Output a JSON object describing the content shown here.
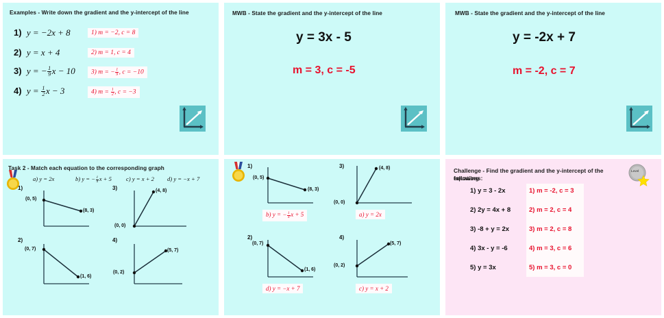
{
  "colors": {
    "panel_teal": "#cdfaf8",
    "panel_pink": "#fde5f5",
    "answer_red": "#e8112d",
    "icon_teal": "#5bc0c5",
    "axis_dark": "#223d4a"
  },
  "panel_examples": {
    "heading": "Examples - Write down the gradient and the y-intercept of the line",
    "questions": [
      {
        "num": "1)",
        "eq_parts": [
          "y = −2x + 8"
        ]
      },
      {
        "num": "2)",
        "eq_parts": [
          "y = x + 4"
        ]
      },
      {
        "num": "3)",
        "eq_parts": [
          "y = −",
          "FRAC:1/9",
          "x − 10"
        ]
      },
      {
        "num": "4)",
        "eq_parts": [
          "y = ",
          "FRAC:1/2",
          "x − 3"
        ]
      }
    ],
    "q1_text": "y = −2x + 8",
    "q2_text": "y = x + 4",
    "q3_pre": "y = −",
    "q3_post": "x − 10",
    "q4_pre": "y = ",
    "q4_post": "x − 3",
    "q3_frac_n": "1",
    "q3_frac_d": "9",
    "q4_frac_n": "1",
    "q4_frac_d": "2",
    "answers": {
      "a1": "1) m = −2,  c = 8",
      "a2": "2) m = 1,  c = 4",
      "a3_pre": "3) m = −",
      "a3_post": ",  c = −10",
      "a3_frac_n": "1",
      "a3_frac_d": "9",
      "a4_pre": "4) m = ",
      "a4_post": ",  c = −3",
      "a4_frac_n": "1",
      "a4_frac_d": "2"
    },
    "graph_icon_name": "line-graph-icon"
  },
  "panel_task2": {
    "heading": "Task 2 - Match each equation to the corresponding graph",
    "medal_icon": "gold-medal-icon",
    "options": {
      "a_label": "a)",
      "a_eq": "y = 2x",
      "b_label": "b)",
      "b_pre": "y = −",
      "b_post": "x + 5",
      "b_frac_n": "1",
      "b_frac_d": "4",
      "c_label": "c)",
      "c_eq": "y = x + 2",
      "d_label": "d)",
      "d_eq": "y = −x + 7"
    },
    "graphs": [
      {
        "index": "1)",
        "p1": "(0, 5)",
        "p2": "(8, 3)"
      },
      {
        "index": "2)",
        "p1": "(0, 7)",
        "p2": "(1, 6)"
      },
      {
        "index": "3)",
        "p1": "(0, 0)",
        "p2": "(4, 8)"
      },
      {
        "index": "4)",
        "p1": "(0, 2)",
        "p2": "(5, 7)"
      }
    ]
  },
  "panel_mwb1": {
    "heading": "MWB - State the gradient and the y-intercept of the line",
    "equation": "y = 3x - 5",
    "answer": "m = 3, c = -5",
    "graph_icon_name": "line-graph-icon"
  },
  "panel_mwb2": {
    "heading": "MWB - State the gradient and the y-intercept of the line",
    "equation": "y = -2x + 7",
    "answer": "m = -2, c = 7",
    "graph_icon_name": "line-graph-icon"
  },
  "panel_task2_answers": {
    "medal_icon": "gold-medal-icon",
    "graphs": [
      {
        "index": "1)",
        "p1": "(0, 5)",
        "p2": "(8, 3)",
        "answer_label": "b)",
        "answer_pre": "y = −",
        "answer_post": "x + 5",
        "answer_frac_n": "1",
        "answer_frac_d": "4"
      },
      {
        "index": "2)",
        "p1": "(0, 7)",
        "p2": "(1, 6)",
        "answer_label": "d)",
        "answer_eq": "y =  −x + 7"
      },
      {
        "index": "3)",
        "p1": "(0, 0)",
        "p2": "(4, 8)",
        "answer_label": "a)",
        "answer_eq": "y = 2x"
      },
      {
        "index": "4)",
        "p1": "(0, 2)",
        "p2": "(5, 7)",
        "answer_label": "c)",
        "answer_eq": "y = x + 2"
      }
    ]
  },
  "panel_challenge": {
    "heading_line1": "Challenge - Find the gradient and the y-intercept of the following",
    "heading_line2": "equations:",
    "badge_icon": "level-star-badge-icon",
    "badge_text": "Level",
    "rows": [
      {
        "question": "1) y = 3 - 2x",
        "answer": "1) m = -2, c = 3"
      },
      {
        "question": "2) 2y = 4x + 8",
        "answer": "2) m = 2, c = 4"
      },
      {
        "question": "3) -8 + y = 2x",
        "answer": "3) m = 2, c = 8"
      },
      {
        "question": "4) 3x - y = -6",
        "answer": "4) m = 3, c = 6"
      },
      {
        "question": "5) y = 3x",
        "answer": "5) m = 3, c = 0"
      }
    ]
  }
}
